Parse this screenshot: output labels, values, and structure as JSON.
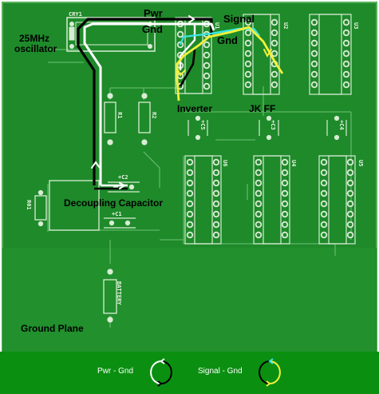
{
  "title": "",
  "labels": {
    "osc": "25MHz",
    "osc2": "oscillator",
    "pwr": "Pwr",
    "gnd": "Gnd",
    "signal": "Signal",
    "gnd2": "Gnd",
    "inverter": "Inverter",
    "jkff": "JK FF",
    "decoupling": "Decoupling Capacitor",
    "ground_plane": "Ground Plane"
  },
  "silkscreen": {
    "cry1": "CRY1",
    "u1": "U1",
    "u2": "U2",
    "u3": "U3",
    "u4": "U4",
    "u5": "U5",
    "u6": "U6",
    "r1": "R1",
    "r2": "R2",
    "r01": "R01",
    "c1": "+C1",
    "c2": "+C2",
    "c3": "+C3",
    "c4": "+C4",
    "c5": "+C5",
    "battery": "BATTERY"
  },
  "legend": {
    "pwr_gnd": "Pwr - Gnd",
    "signal_gnd": "Signal - Gnd"
  },
  "colors": {
    "board": "#1e8a2a",
    "footer": "#0b8f11",
    "pwr_wire": "#000000",
    "gnd_wire": "#ffffff",
    "signal_wire": "#f2f23a",
    "gnd_return": "#39e6e6"
  }
}
